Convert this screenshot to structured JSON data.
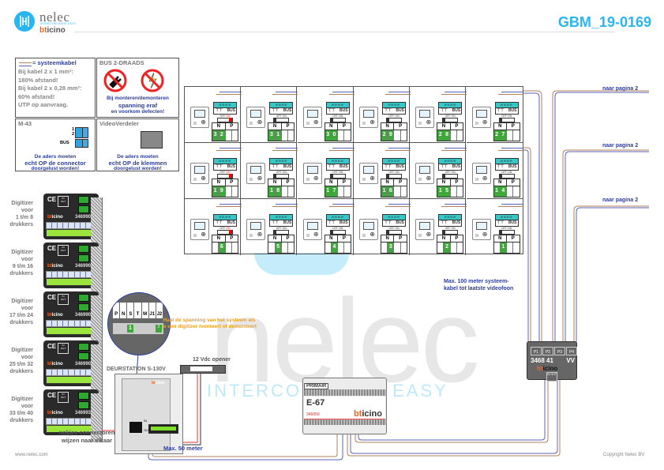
{
  "header": {
    "brand": "nelec",
    "tagline": "INTERCOM MADE EASY",
    "partner_brand_prefix": "bt",
    "partner_brand_suffix": "icino",
    "document_id": "GBM_19-0169"
  },
  "legend_boxes": {
    "cable": {
      "title": "= systeemkabel",
      "lines": [
        "Bij kabel 2 x 1 mm²:",
        "180% afstand!",
        "Bij kabel 2 x 0,28 mm²:",
        "60% afstand!",
        "UTP op aanvraag."
      ]
    },
    "bus": {
      "title": "BUS 2-DRAADS",
      "icons": [
        "no-plug-icon",
        "no-power-icon"
      ],
      "note_line1": "Bij monteren/demonteren",
      "note_line2": "spanning eraf",
      "note_line3": "en voorkom defecten!"
    },
    "m43": {
      "title": "M-43",
      "terminal_labels": [
        "1",
        "2",
        "BUS"
      ],
      "note_line1": "De aders moeten",
      "note_line2": "echt OP de connector",
      "note_line3": "doorgelust worden!"
    },
    "videoverdeler": {
      "title": "VideoVerdeler",
      "note_line1": "De aders moeten",
      "note_line2": "echt OP de klemmen",
      "note_line3": "doorgelust worden!"
    }
  },
  "videophone_grid": {
    "terminal_label": "BUS",
    "switch_off": "OFF",
    "switch_on": "ON",
    "col_n": "N",
    "col_p": "P",
    "rows": [
      [
        {
          "digits": [
            "3",
            "2"
          ],
          "switch": "on"
        },
        {
          "digits": [
            "3",
            "1"
          ],
          "switch": "off"
        },
        {
          "digits": [
            "3",
            "0"
          ],
          "switch": "off"
        },
        {
          "digits": [
            "2",
            "9"
          ],
          "switch": "off"
        },
        {
          "digits": [
            "2",
            "8"
          ],
          "switch": "off"
        },
        {
          "digits": [
            "2",
            "7"
          ],
          "switch": "off"
        }
      ],
      [
        {
          "digits": [
            "1",
            "9"
          ],
          "switch": "on"
        },
        {
          "digits": [
            "1",
            "8"
          ],
          "switch": "off"
        },
        {
          "digits": [
            "1",
            "7"
          ],
          "switch": "off"
        },
        {
          "digits": [
            "1",
            "6"
          ],
          "switch": "off"
        },
        {
          "digits": [
            "1",
            "5"
          ],
          "switch": "off"
        },
        {
          "digits": [
            "1",
            "4"
          ],
          "switch": "off"
        }
      ],
      [
        {
          "digits": [
            "",
            "6"
          ],
          "switch": "on"
        },
        {
          "digits": [
            "",
            "5"
          ],
          "switch": "off"
        },
        {
          "digits": [
            "",
            "4"
          ],
          "switch": "off"
        },
        {
          "digits": [
            "",
            "3"
          ],
          "switch": "off"
        },
        {
          "digits": [
            "",
            "2"
          ],
          "switch": "off"
        },
        {
          "digits": [
            "",
            "1"
          ],
          "switch": "off"
        }
      ]
    ]
  },
  "page_links": [
    "naar pagina 2",
    "naar pagina 2",
    "naar pagina 2"
  ],
  "digitizers": [
    {
      "label": [
        "Digitizer",
        "voor",
        "1 t/m 8",
        "drukkers"
      ],
      "code": "346990"
    },
    {
      "label": [
        "Digitizer",
        "voor",
        "9 t/m 16",
        "drukkers"
      ],
      "code": "346990"
    },
    {
      "label": [
        "Digitizer",
        "voor",
        "17 t/m 24",
        "drukkers"
      ],
      "code": "346990"
    },
    {
      "label": [
        "Digitizer",
        "voor",
        "25 t/m 32",
        "drukkers"
      ],
      "code": "346990"
    },
    {
      "label": [
        "Digitizer",
        "voor",
        "33 t/m 40",
        "drukkers"
      ],
      "code": "346993"
    }
  ],
  "digitizer_common": {
    "ce": "CE",
    "in": "IN",
    "out": "OUT",
    "brand_prefix": "bt",
    "brand_suffix": "icino"
  },
  "door_station": {
    "label": "DEURSTATION S-130V",
    "detail_keys": [
      "P",
      "N",
      "S",
      "T",
      "M",
      "J1",
      "J2"
    ],
    "detail_terminal_value": "1",
    "detail_terminal_value2": "2",
    "in_label": "IN",
    "out_label": "OUT"
  },
  "notes": {
    "power_warning": "Haal de spanning van het systeem als je een digitizer monteert of demonteert",
    "opener": "12 Vdc opener",
    "connectors": [
      "nokjes connectoren",
      "wijzen naar elkaar"
    ],
    "max50": "Max. 50 meter",
    "max100": [
      "Max. 100 meter systeem-",
      "kabel tot laatste videofoon"
    ]
  },
  "power_supply": {
    "tag": "PRIMAIR",
    "name": "E-67",
    "code": "346050",
    "brand_prefix": "bt",
    "brand_suffix": "icino"
  },
  "video_distributor": {
    "ports": [
      "P1",
      "P2",
      "P3",
      "P4"
    ],
    "code": "3468 41",
    "suffix": "VV",
    "brand_prefix": "bt",
    "brand_suffix": "icino",
    "in_out": "IN OUT"
  },
  "watermark": {
    "brand": "nelec",
    "tagline": "INTERCOM MADE EASY"
  },
  "footer": {
    "left": "www.nelec.com",
    "right": "Copyright Nelec BV"
  },
  "colors": {
    "accent": "#29b6f0",
    "wire_brown": "#b08258",
    "wire_blue": "#5b63b8",
    "note_blue": "#2e3e9e",
    "note_orange": "#f0a020",
    "terminal_green": "#3ea83a"
  }
}
